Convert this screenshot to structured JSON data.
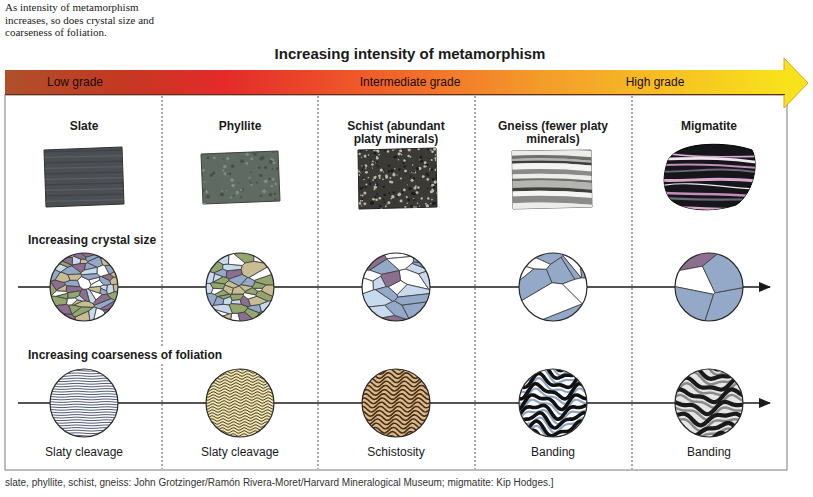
{
  "diagram": {
    "title": "Increasing intensity of metamorphism",
    "caption": "slate, phyllite, schist, gneiss: John Grotzinger/Ramón Rivera-Moret/Harvard Mineralogical Museum; migmatite: Kip Hodges.]",
    "nodes": [
      {
        "text": [
          "Low grade",
          "Intermediate grade",
          "High grade"
        ]
      }
    ],
    "labels": [
      "As intensity of metamorphism increases, so does crystal size and coarseness of foliation.",
      "Slate",
      "Phyllite",
      "Schist (abundant platy minerals)",
      "Gneiss (fewer platy minerals)",
      "Migmatite",
      "Increasing crystal size",
      "Increasing coarseness of foliation",
      "Slaty cleavage",
      "Slaty cleavage",
      "Schistosity",
      "Banding",
      "Banding"
    ]
  }
}
